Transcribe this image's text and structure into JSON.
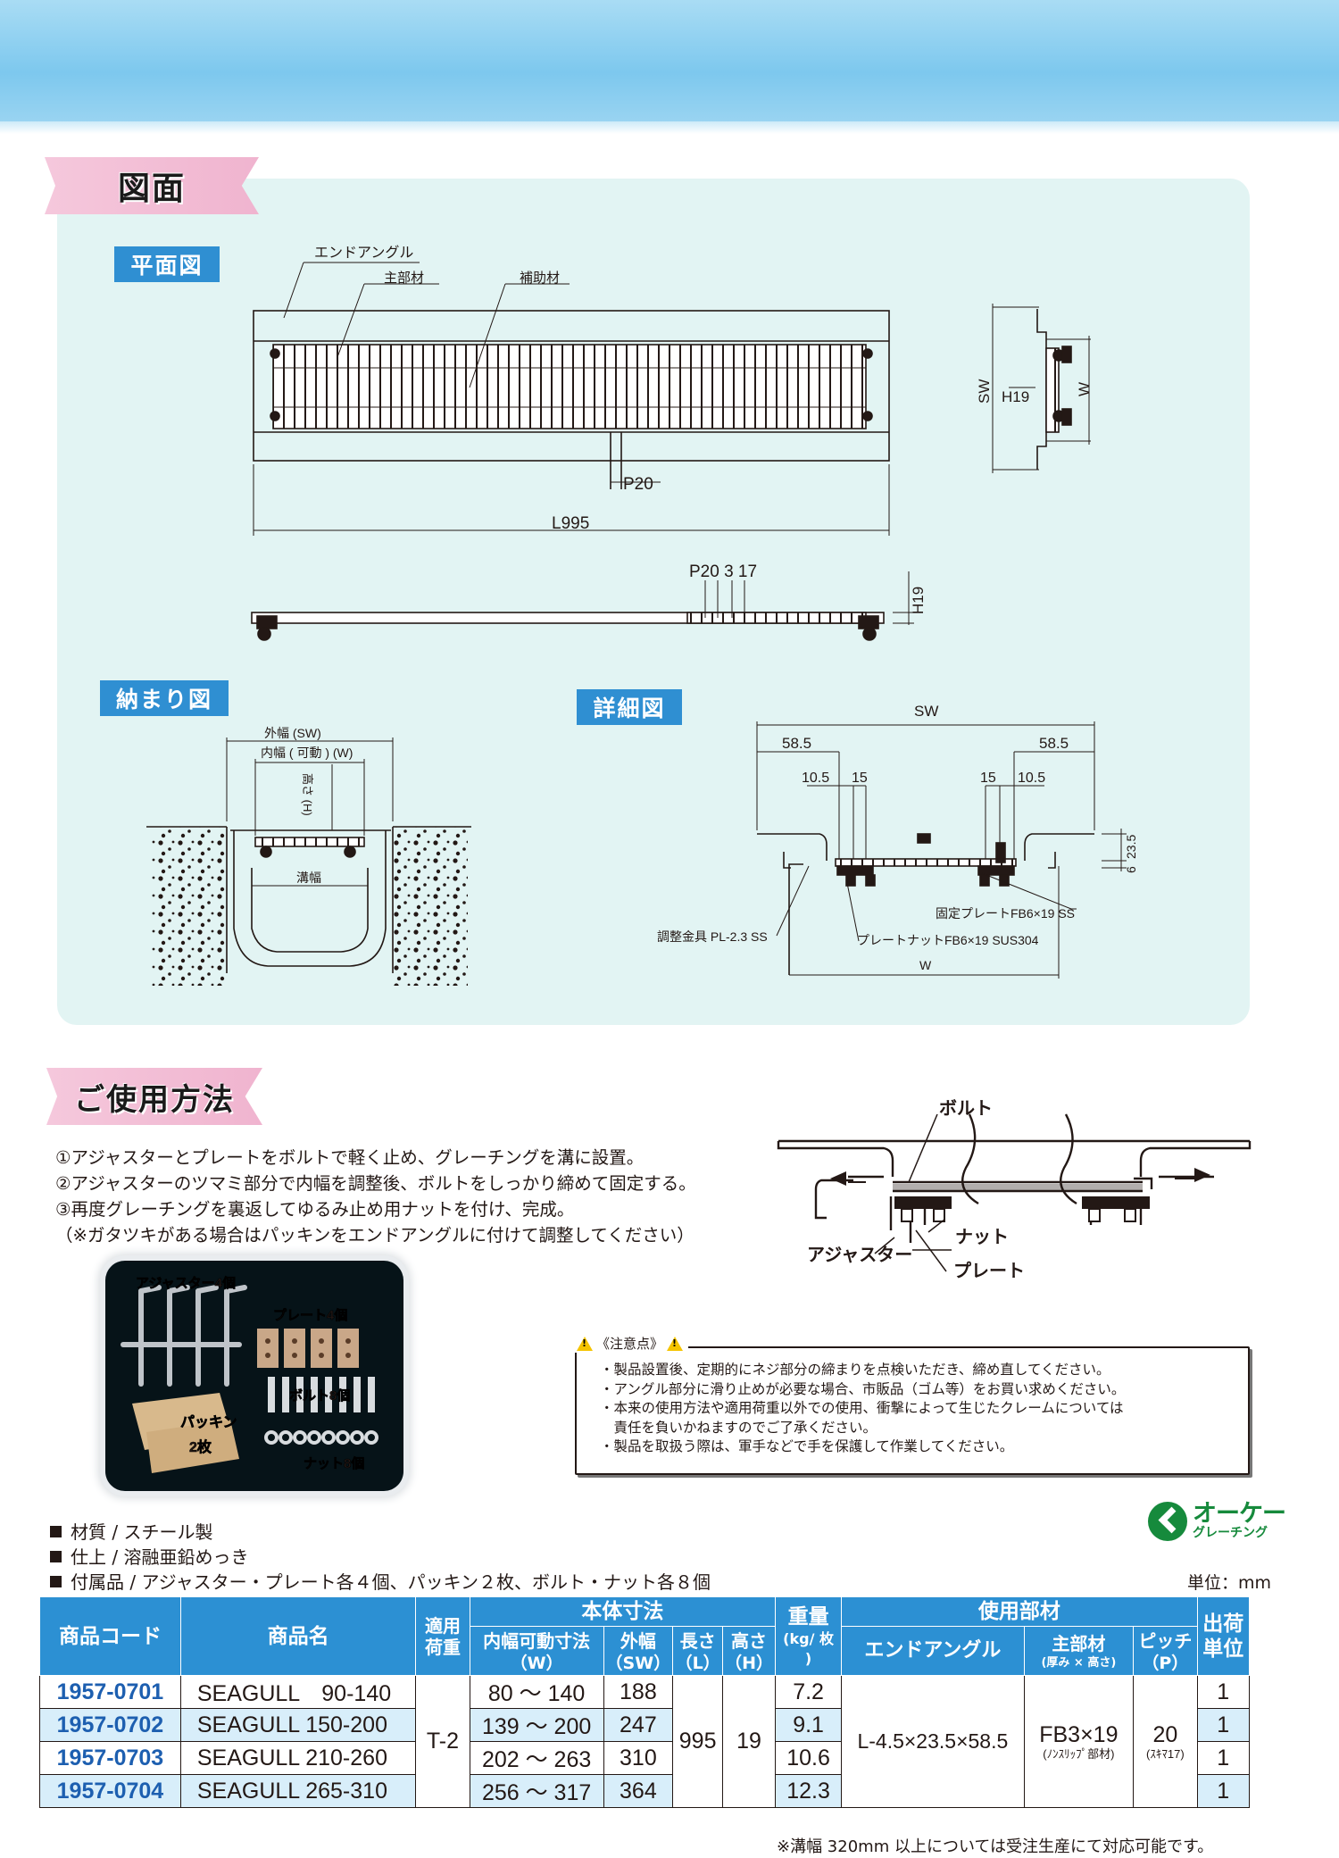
{
  "sections": {
    "drawing": "図面",
    "usage": "ご使用方法"
  },
  "views": {
    "plan": "平面図",
    "install": "納まり図",
    "detail": "詳細図"
  },
  "plan_labels": {
    "end_angle": "エンドアングル",
    "main_bar": "主部材",
    "support": "補助材",
    "pitch": "P20",
    "length": "L995",
    "sw": "SW",
    "h19": "H19",
    "w": "W",
    "side_dims": "P20 3 17",
    "side_h": "H19"
  },
  "install_labels": {
    "outer": "外幅 (SW)",
    "inner": "内幅 ( 可動 ) (W)",
    "height": "高さ (H)",
    "trench": "溝幅"
  },
  "detail_labels": {
    "sw": "SW",
    "d1": "58.5",
    "d2": "58.5",
    "d3": "10.5",
    "d4": "15",
    "d5": "15",
    "d6": "10.5",
    "d7": "23.5",
    "d8": "6",
    "fixed_plate": "固定プレートFB6×19 SS",
    "plate_nut": "プレートナットFB6×19 SUS304",
    "adjuster": "調整金具 PL-2.3 SS",
    "w": "W"
  },
  "usage_steps": [
    "①アジャスターとプレートをボルトで軽く止め、グレーチングを溝に設置。",
    "②アジャスターのツマミ部分で内幅を調整後、ボルトをしっかり締めて固定する。",
    "③再度グレーチングを裏返してゆるみ止め用ナットを付け、完成。",
    "（※ガタツキがある場合はパッキンをエンドアングルに付けて調整してください）"
  ],
  "usage_diagram": {
    "bolt": "ボルト",
    "nut": "ナット",
    "adjuster": "アジャスター",
    "plate": "プレート"
  },
  "photo_labels": {
    "adjuster": "アジャスター4個",
    "plate": "プレート4個",
    "packing1": "パッキン",
    "packing2": "2枚",
    "bolt": "ボルト8個",
    "nut": "ナット8個"
  },
  "notice": {
    "title": "《注意点》",
    "items": [
      "・製品設置後、定期的にネジ部分の締まりを点検いただき、締め直してください。",
      "・アングル部分に滑り止めが必要な場合、市販品（ゴム等）をお買い求めください。",
      "・本来の使用方法や適用荷重以外での使用、衝撃によって生じたクレームについては",
      "　責任を負いかねますのでご了承ください。",
      "・製品を取扱う際は、軍手などで手を保護して作業してください。"
    ]
  },
  "specs": [
    "材質 / スチール製",
    "仕上 / 溶融亜鉛めっき",
    "付属品 / アジャスター・プレート各４個、パッキン２枚、ボルト・ナット各８個"
  ],
  "unit": "単位：mm",
  "logo": {
    "line1": "オーケー",
    "line2": "グレーチング"
  },
  "table": {
    "headers": {
      "code": "商品コード",
      "name": "商品名",
      "load": "適用荷重",
      "body": "本体寸法",
      "inner": "内幅可動寸法",
      "inner_sub": "（W）",
      "outer": "外幅",
      "outer_sub": "（SW）",
      "length": "長さ",
      "length_sub": "（L）",
      "height": "高さ",
      "height_sub": "（H）",
      "weight": "重量",
      "weight_sub": "(kg/ 枚 )",
      "material": "使用部材",
      "end_angle": "エンドアングル",
      "main": "主部材",
      "main_sub": "(厚み × 高さ)",
      "pitch": "ピッチ",
      "pitch_sub": "（P）",
      "ship": "出荷",
      "ship2": "単位"
    },
    "rows": [
      {
        "code": "1957-0701",
        "name": "SEAGULL　90-140",
        "inner": "80 ～ 140",
        "outer": "188",
        "weight": "7.2",
        "ship": "1"
      },
      {
        "code": "1957-0702",
        "name": "SEAGULL  150-200",
        "inner": "139 ～ 200",
        "outer": "247",
        "weight": "9.1",
        "ship": "1"
      },
      {
        "code": "1957-0703",
        "name": "SEAGULL  210-260",
        "inner": "202 ～ 263",
        "outer": "310",
        "weight": "10.6",
        "ship": "1"
      },
      {
        "code": "1957-0704",
        "name": "SEAGULL  265-310",
        "inner": "256 ～ 317",
        "outer": "364",
        "weight": "12.3",
        "ship": "1"
      }
    ],
    "shared": {
      "load": "T-2",
      "length": "995",
      "height": "19",
      "end_angle": "L-4.5×23.5×58.5",
      "main": "FB3×19",
      "main_sub": "(ﾉﾝｽﾘｯﾌﾟ部材)",
      "pitch": "20",
      "pitch_sub": "(ｽｷﾏ17)"
    }
  },
  "footnote": "※溝幅 320mm 以上については受注生産にて対応可能です。",
  "colors": {
    "banner": "#7dc8ee",
    "panel": "#e2f4f3",
    "ribbon": "#f0b4cf",
    "tag": "#2f8fd2",
    "table_head": "#2c90d3",
    "code": "#1d5fb0",
    "logo": "#168a3c"
  }
}
